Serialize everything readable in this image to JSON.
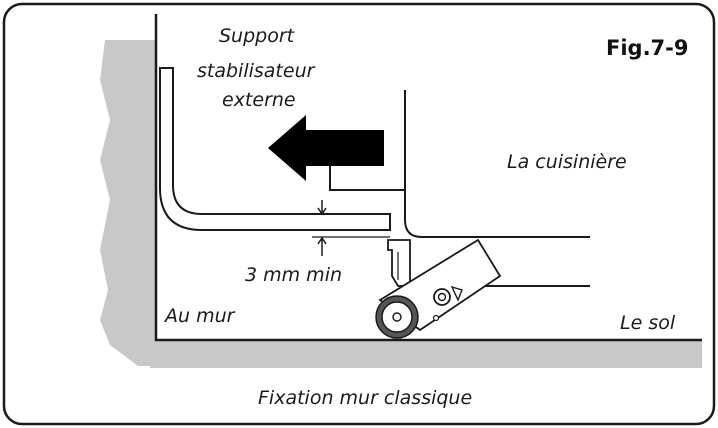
{
  "figure_label": "Fig.7-9",
  "labels": {
    "support_line1": "Support",
    "support_line2": "stabilisateur",
    "support_line3": "externe",
    "cooker": "La cuisinière",
    "gap": "3 mm min",
    "wall": "Au mur",
    "floor": "Le sol",
    "caption": "Fixation mur classique"
  },
  "colors": {
    "wall_shade": "#c8c8c8",
    "line": "#1a1a1a",
    "arrow": "#000000",
    "background": "#ffffff"
  }
}
